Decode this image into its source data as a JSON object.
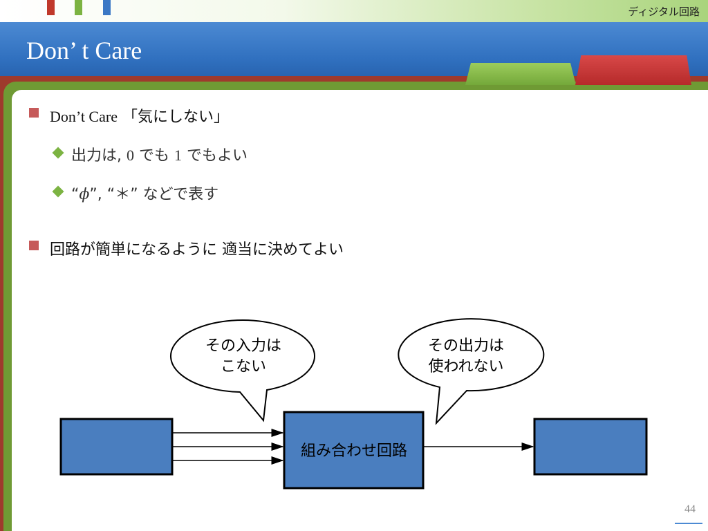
{
  "header": {
    "section_label": "ディジタル回路",
    "title": "Don’ t Care"
  },
  "bullets": [
    {
      "prefix": "Don’t Care",
      "text": "「気にしない」"
    },
    {
      "text": "回路が簡単になるように 適当に決めてよい"
    }
  ],
  "sub_bullets": [
    {
      "part1": "出力は, ",
      "num0": "0",
      "mid": " でも ",
      "num1": "1",
      "end": " でもよい"
    },
    {
      "q1": "“",
      "phi": "ϕ",
      "q2": "”, “",
      "star": "＊",
      "q3": "”",
      "end": " などで表す"
    }
  ],
  "diagram": {
    "callout_left_line1": "その入力は",
    "callout_left_line2": "こない",
    "callout_right_line1": "その出力は",
    "callout_right_line2": "使われない",
    "center_box": "組み合わせ回路",
    "box_fill": "#4a7ebf"
  },
  "page_number": "44"
}
